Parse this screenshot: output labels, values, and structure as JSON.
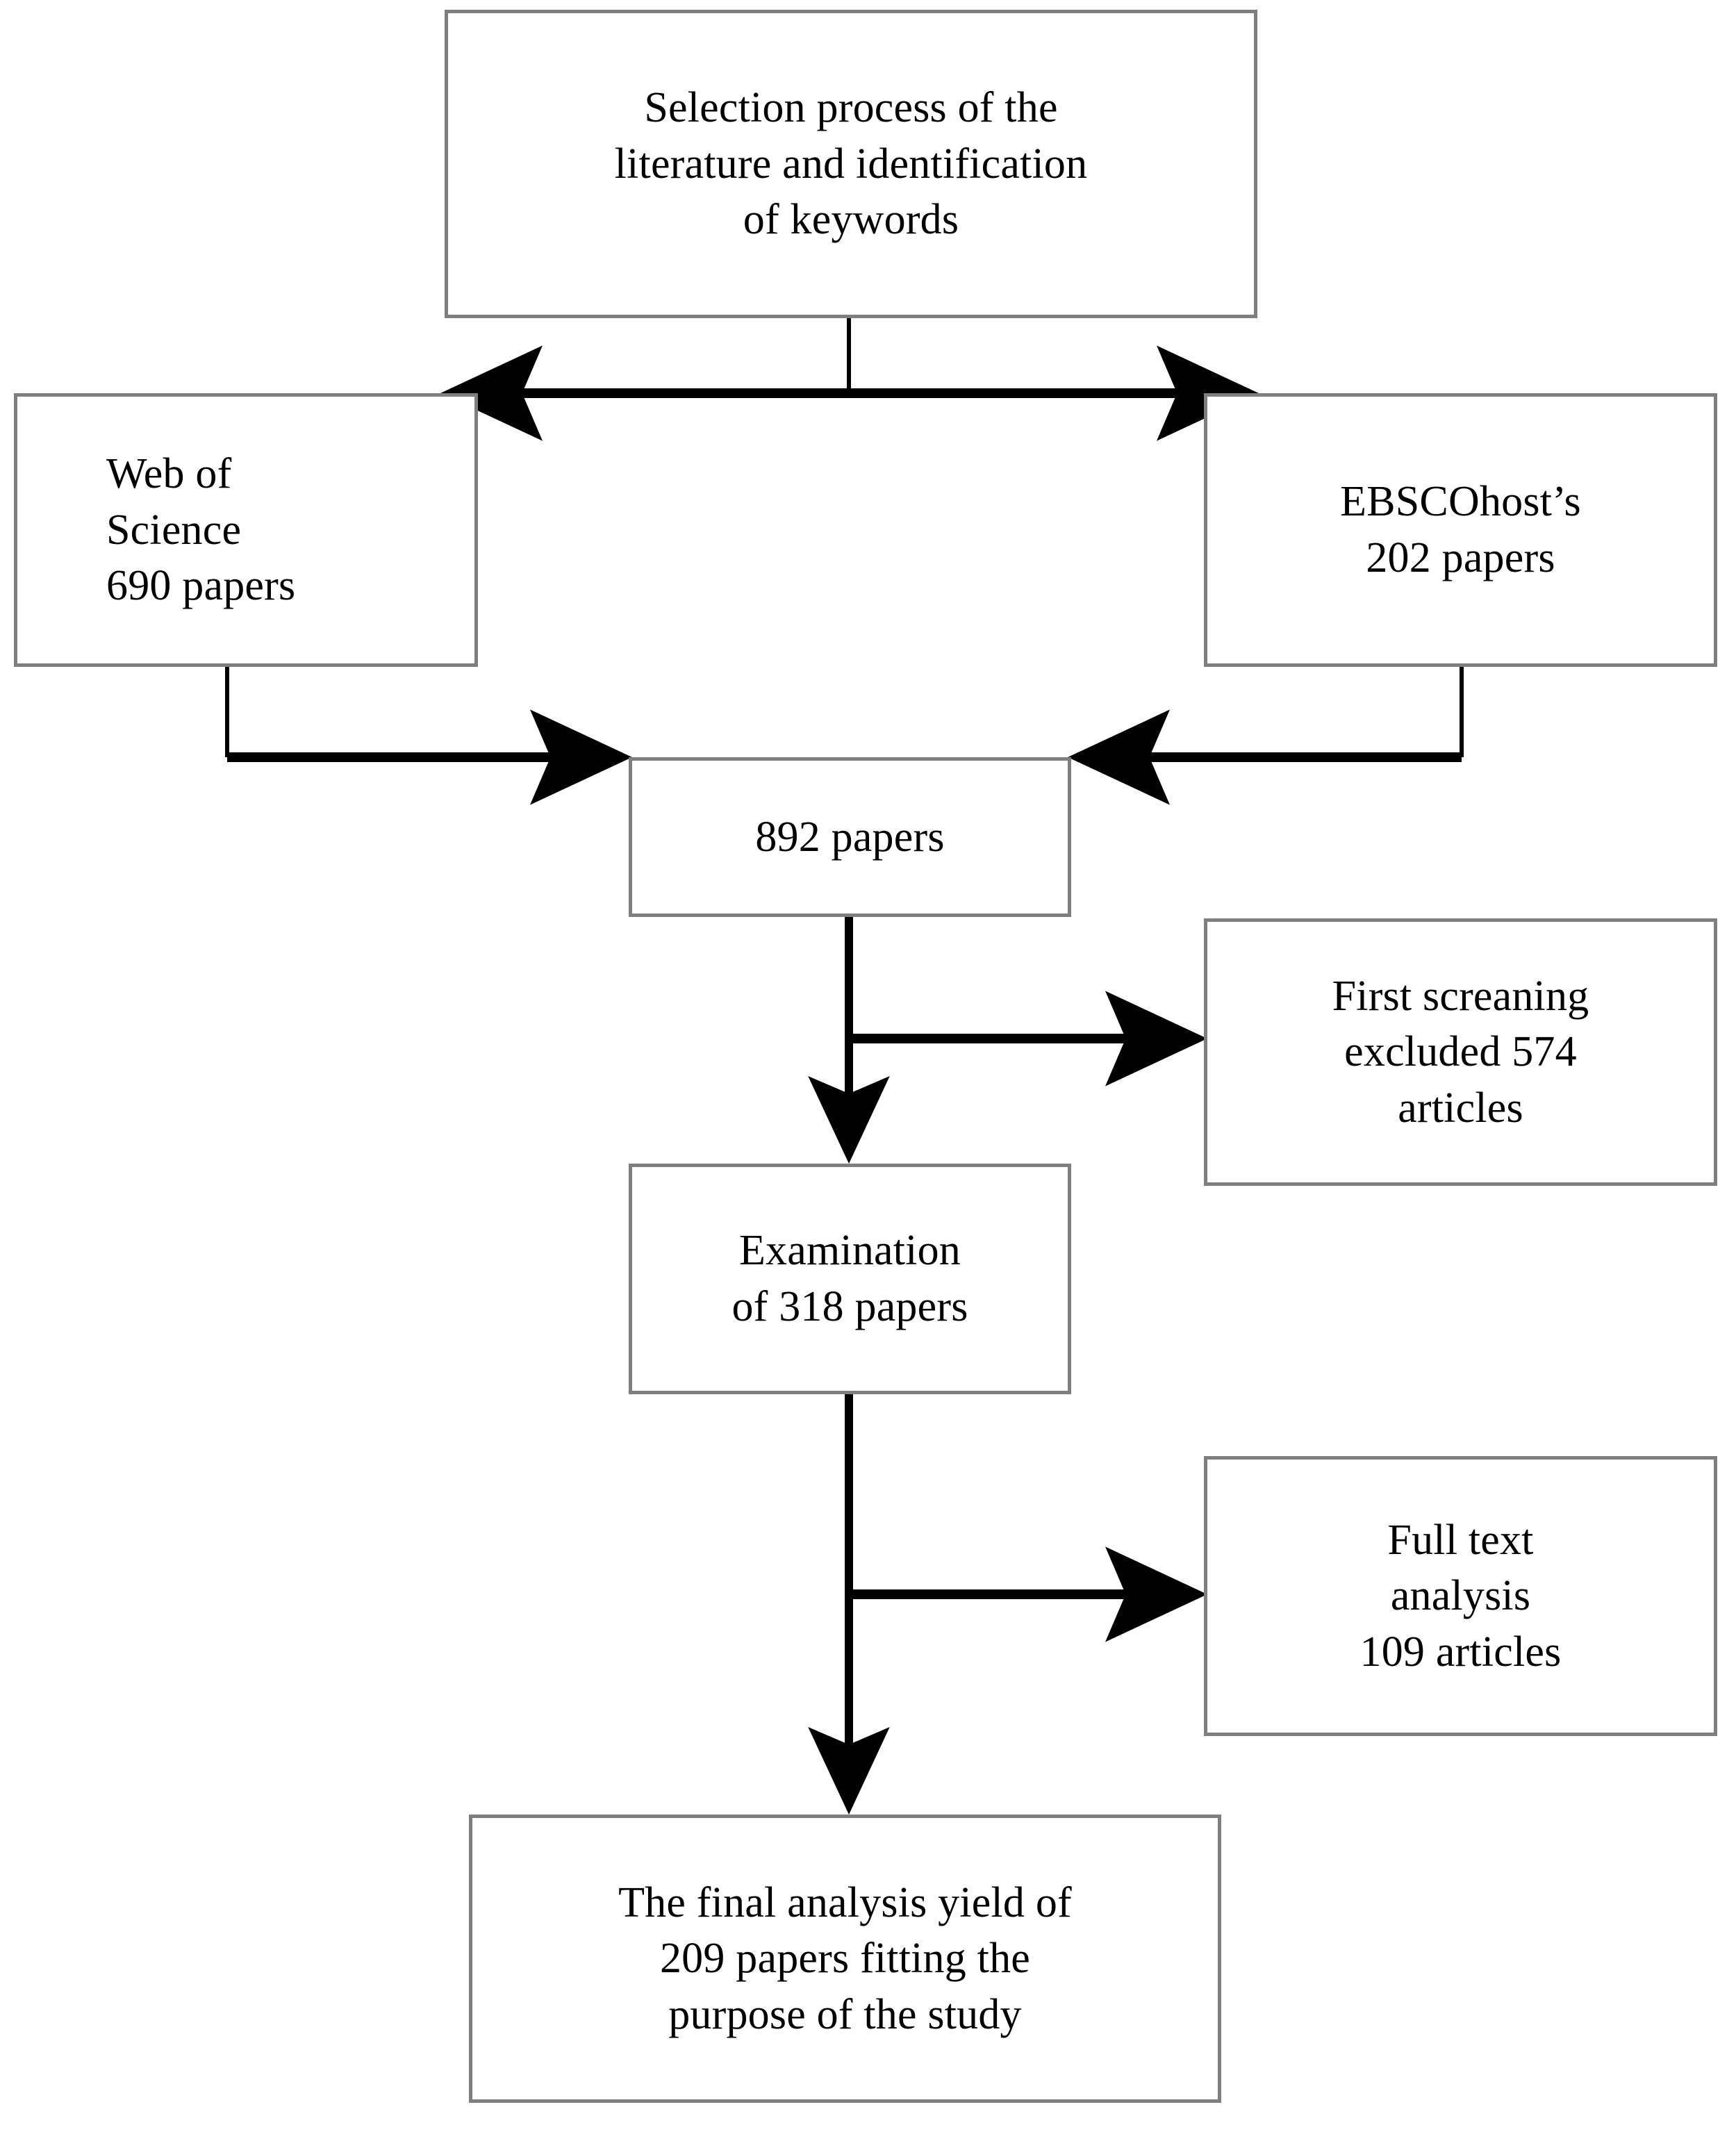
{
  "diagram": {
    "title": "Literature selection process flowchart",
    "type": "flowchart",
    "colors": {
      "box_border": "#7f7f7f",
      "connector": "#000000",
      "background": "#ffffff",
      "text": "#000000"
    },
    "nodes": [
      {
        "id": "selection-process",
        "lines": [
          "Selection process of the",
          "literature and identification",
          "of keywords"
        ],
        "align": "center"
      },
      {
        "id": "web-of-science",
        "lines": [
          "Web of",
          "Science",
          "690 papers"
        ],
        "align": "left"
      },
      {
        "id": "ebscohost",
        "lines": [
          "EBSCOhost’s",
          "202 papers"
        ],
        "align": "center"
      },
      {
        "id": "892-papers",
        "lines": [
          "892 papers"
        ],
        "align": "center"
      },
      {
        "id": "first-screening",
        "lines": [
          "First screaning",
          "excluded 574",
          "articles"
        ],
        "align": "center"
      },
      {
        "id": "examination",
        "lines": [
          "Examination",
          "of 318 papers"
        ],
        "align": "center"
      },
      {
        "id": "full-text",
        "lines": [
          "Full text",
          "analysis",
          "109 articles"
        ],
        "align": "center"
      },
      {
        "id": "final-analysis",
        "lines": [
          "The final analysis yield of",
          "209 papers fitting the",
          "purpose of the study"
        ],
        "align": "center"
      }
    ],
    "edges": [
      {
        "id": "selection-to-sources",
        "from": "selection-process",
        "to": [
          "web-of-science",
          "ebscohost"
        ],
        "style": "double-headed-horizontal"
      },
      {
        "id": "wos-to-892",
        "from": "web-of-science",
        "to": "892-papers",
        "style": "elbow-arrow"
      },
      {
        "id": "ebsco-to-892",
        "from": "ebscohost",
        "to": "892-papers",
        "style": "elbow-arrow"
      },
      {
        "id": "892-to-examination",
        "from": "892-papers",
        "to": "examination",
        "style": "vertical-arrow"
      },
      {
        "id": "892-to-first-screening",
        "from": "892-papers",
        "to": "first-screening",
        "style": "branch-arrow"
      },
      {
        "id": "examination-to-final",
        "from": "examination",
        "to": "final-analysis",
        "style": "vertical-arrow"
      },
      {
        "id": "examination-to-full-text",
        "from": "examination",
        "to": "full-text",
        "style": "branch-arrow"
      }
    ]
  }
}
